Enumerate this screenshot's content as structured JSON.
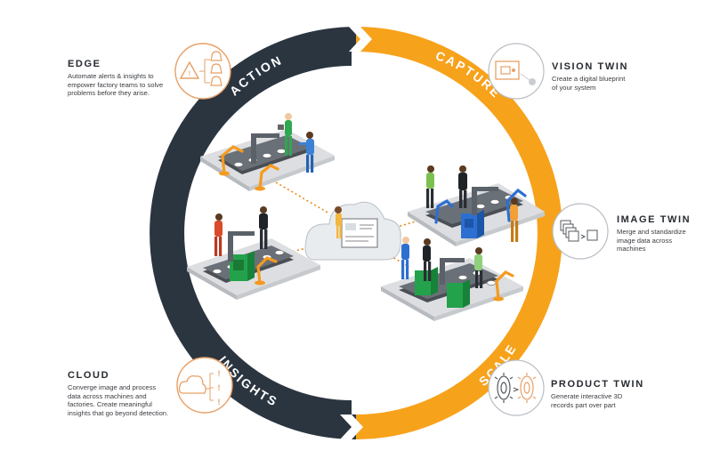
{
  "colors": {
    "dark": "#2b3540",
    "orange": "#f7a21b",
    "panel_border": "#e8a066",
    "line_grey": "#5c5f63"
  },
  "cycle": {
    "action": "ACTION",
    "capture": "CAPTURE",
    "scale": "SCALE",
    "insights": "INSIGHTS"
  },
  "callouts": {
    "edge": {
      "title": "EDGE",
      "lines": [
        "Automate alerts & insights to",
        "empower factory teams to solve",
        "problems before they arise."
      ],
      "icon": "alert-bells-icon"
    },
    "cloud": {
      "title": "CLOUD",
      "lines": [
        "Converge image and process",
        "data across machines and",
        "factories. Create meaningful",
        "insights that go beyond detection."
      ],
      "icon": "cloud-alerts-icon"
    },
    "vision_twin": {
      "title": "VISION TWIN",
      "lines": [
        "Create a digital blueprint",
        "of your system"
      ],
      "icon": "camera-blueprint-icon"
    },
    "image_twin": {
      "title": "IMAGE TWIN",
      "lines": [
        "Merge and standardize",
        "image data across",
        "machines"
      ],
      "icon": "stacked-images-icon"
    },
    "product_twin": {
      "title": "PRODUCT TWIN",
      "lines": [
        "Generate interactive 3D",
        "records part over part"
      ],
      "icon": "gear-3d-icon"
    }
  },
  "illustration": {
    "center": "cloud-dashboard",
    "factories": [
      "factory-line-top-left",
      "factory-line-bottom-left",
      "factory-line-top-right",
      "factory-line-bottom-right"
    ]
  }
}
